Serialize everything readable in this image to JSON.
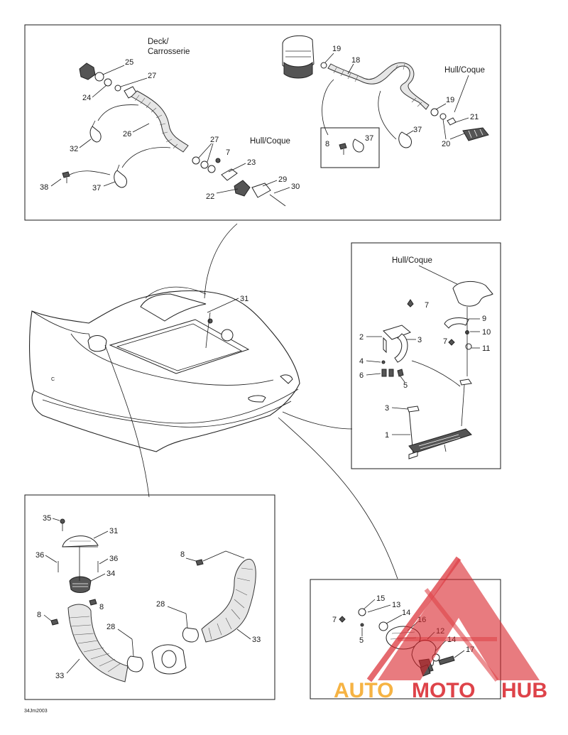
{
  "panels": {
    "top": {
      "deck_label_line1": "Deck/",
      "deck_label_line2": "Carrosserie",
      "hull_label_left": "Hull/Coque",
      "hull_label_right": "Hull/Coque",
      "callouts": [
        "25",
        "27",
        "24",
        "26",
        "32",
        "27",
        "7",
        "23",
        "38",
        "37",
        "22",
        "29",
        "30",
        "19",
        "18",
        "19",
        "21",
        "37",
        "20",
        "8",
        "37"
      ]
    },
    "right": {
      "hull_label": "Hull/Coque",
      "callouts": [
        "7",
        "9",
        "2",
        "3",
        "10",
        "7",
        "11",
        "4",
        "6",
        "5",
        "3",
        "1"
      ]
    },
    "middle": {
      "callouts": [
        "31"
      ]
    },
    "bottom_left": {
      "callouts": [
        "35",
        "31",
        "36",
        "36",
        "34",
        "8",
        "8",
        "8",
        "28",
        "28",
        "33",
        "33"
      ]
    },
    "bottom_right": {
      "callouts": [
        "15",
        "13",
        "7",
        "14",
        "16",
        "12",
        "5",
        "14",
        "17"
      ]
    }
  },
  "footer": {
    "code": "34Jm2003"
  },
  "watermark": {
    "part1": "AUTO",
    "part2": "MOTO",
    "part3": "HUB",
    "color_red": "#d9232a",
    "color_orange": "#f5a623"
  }
}
